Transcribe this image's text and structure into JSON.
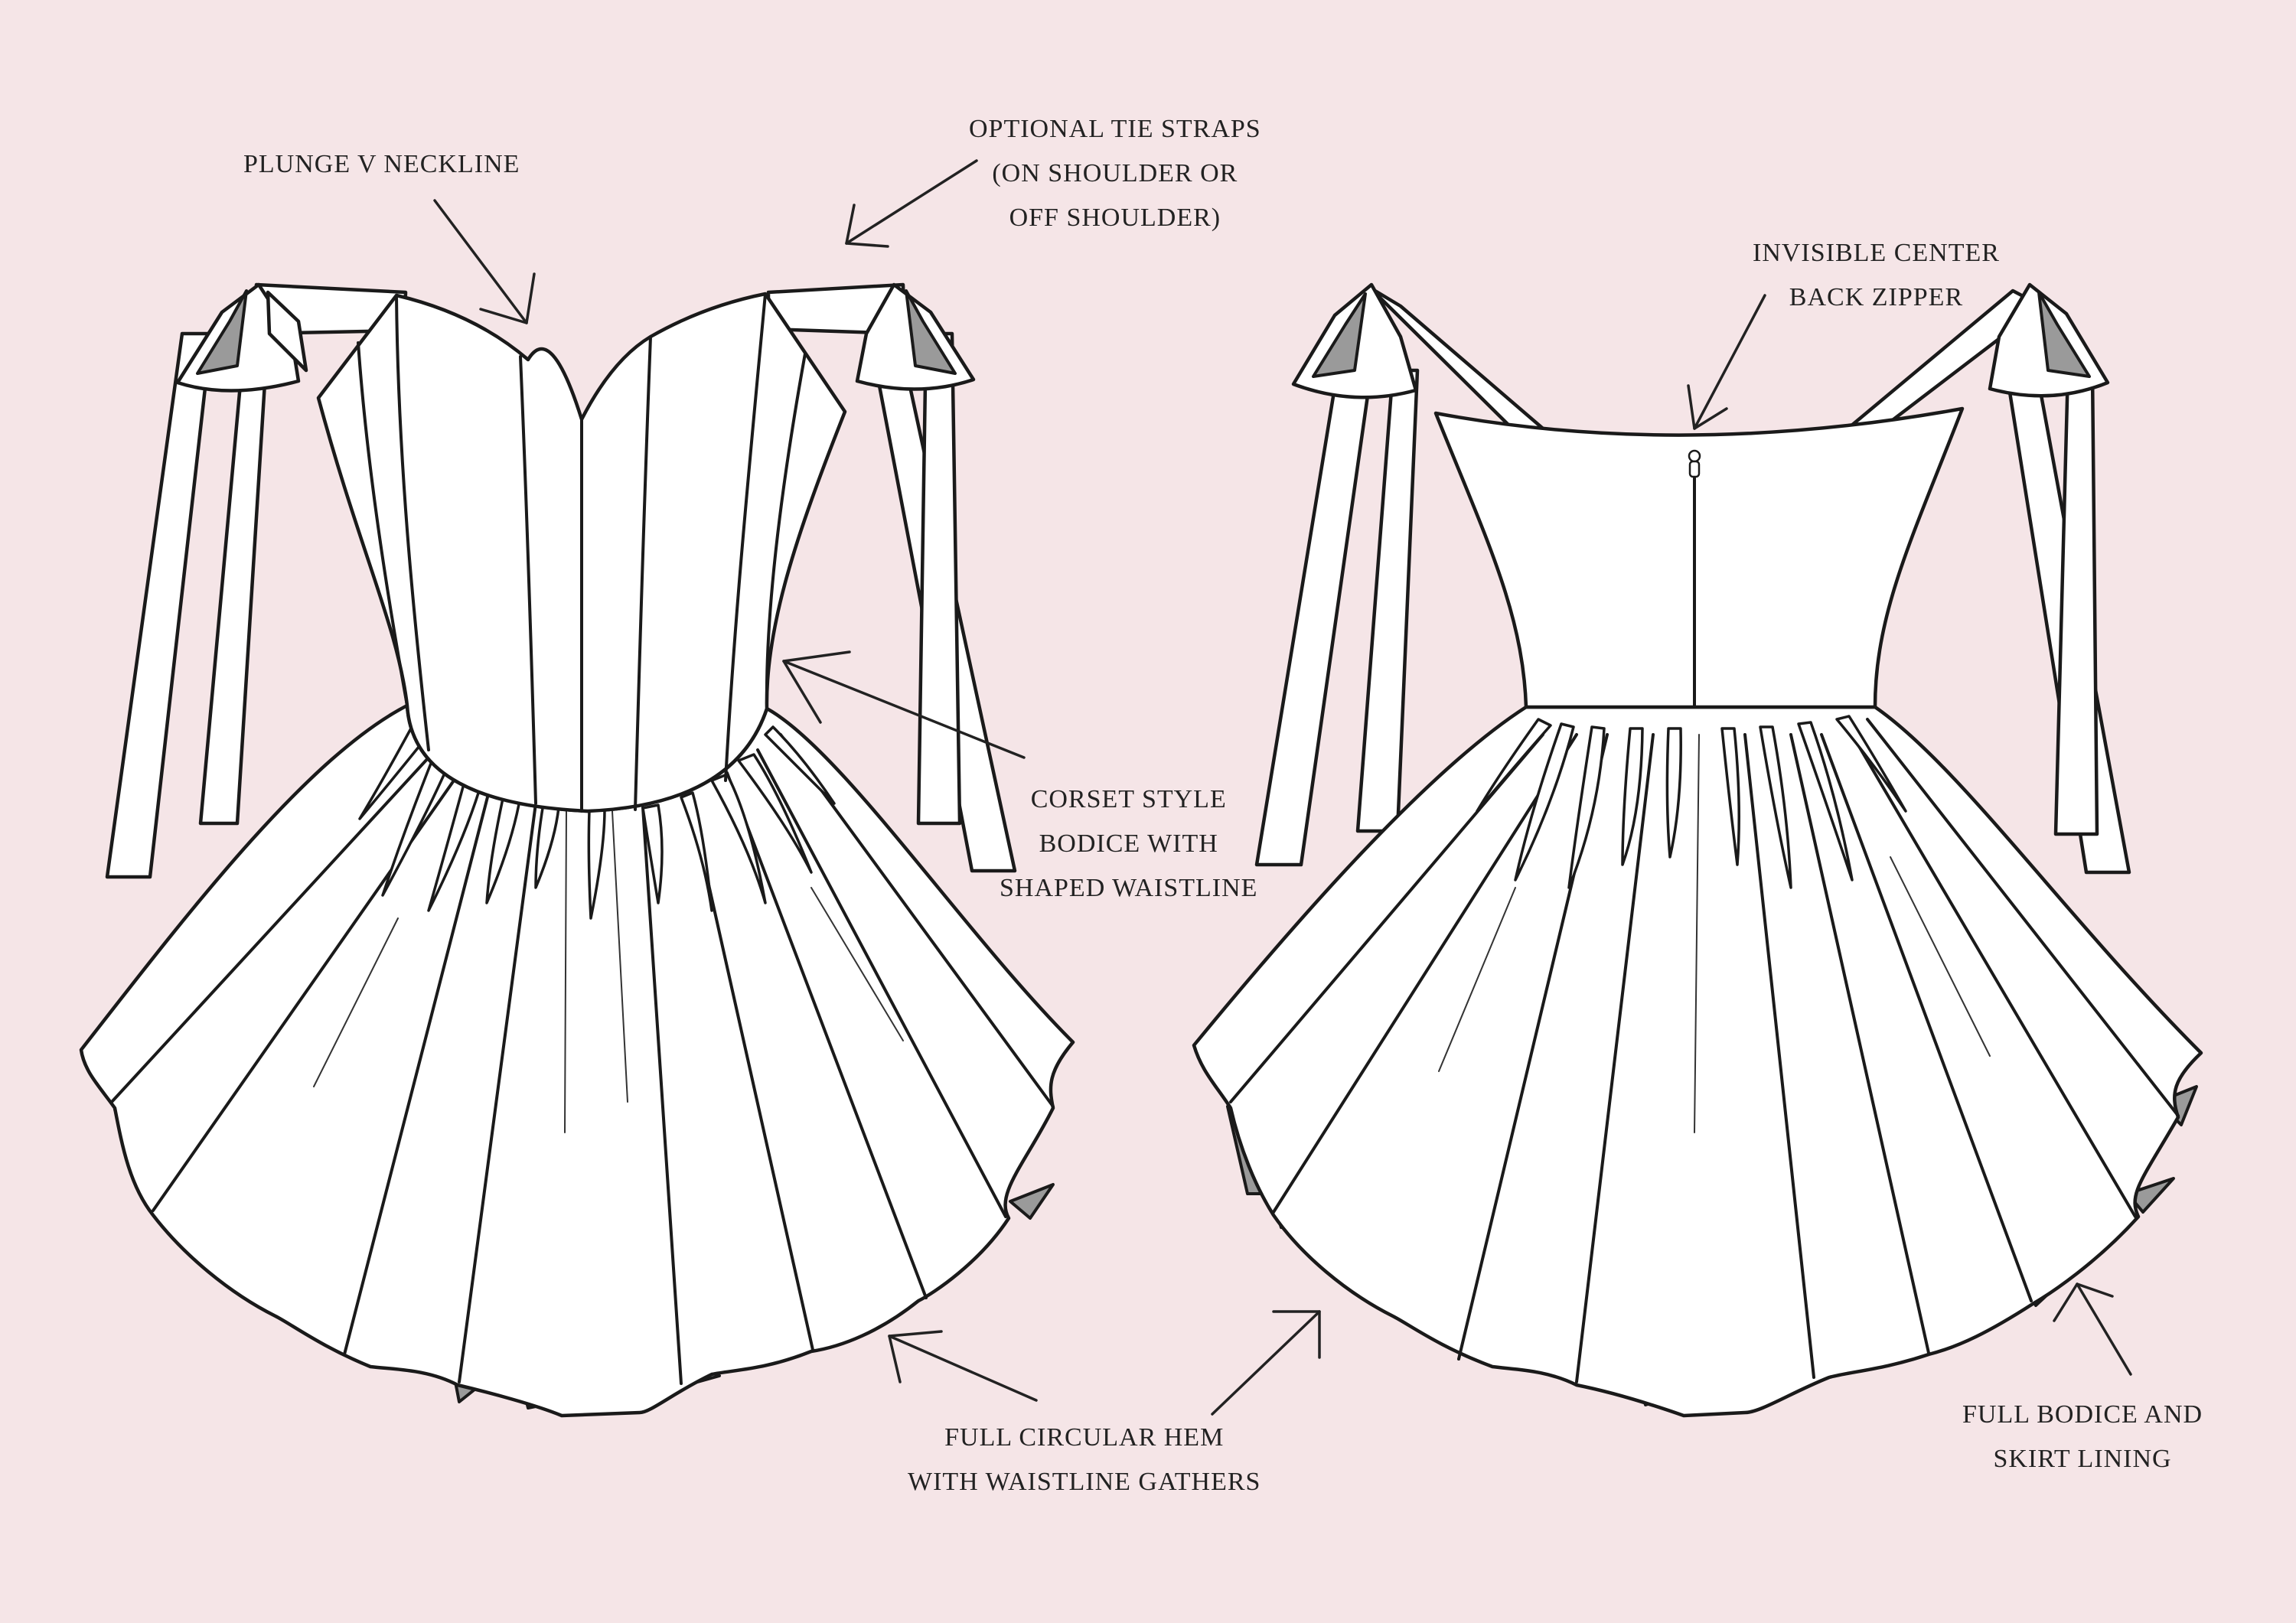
{
  "labels": {
    "plunge": [
      "PLUNGE V NECKLINE"
    ],
    "straps": [
      "OPTIONAL TIE STRAPS",
      "(ON SHOULDER OR",
      "OFF SHOULDER)"
    ],
    "zipper": [
      "INVISIBLE CENTER",
      "BACK ZIPPER"
    ],
    "corset": [
      "CORSET STYLE",
      "BODICE WITH",
      "SHAPED WAISTLINE"
    ],
    "hem": [
      "FULL CIRCULAR HEM",
      "WITH WAISTLINE GATHERS"
    ],
    "lining": [
      "FULL BODICE AND",
      "SKIRT LINING"
    ]
  },
  "colors": {
    "background": "#f5e5e7",
    "garment_fill": "#ffffff",
    "outline": "#1a1a1a",
    "lining_shadow": "#9a9a9a"
  }
}
